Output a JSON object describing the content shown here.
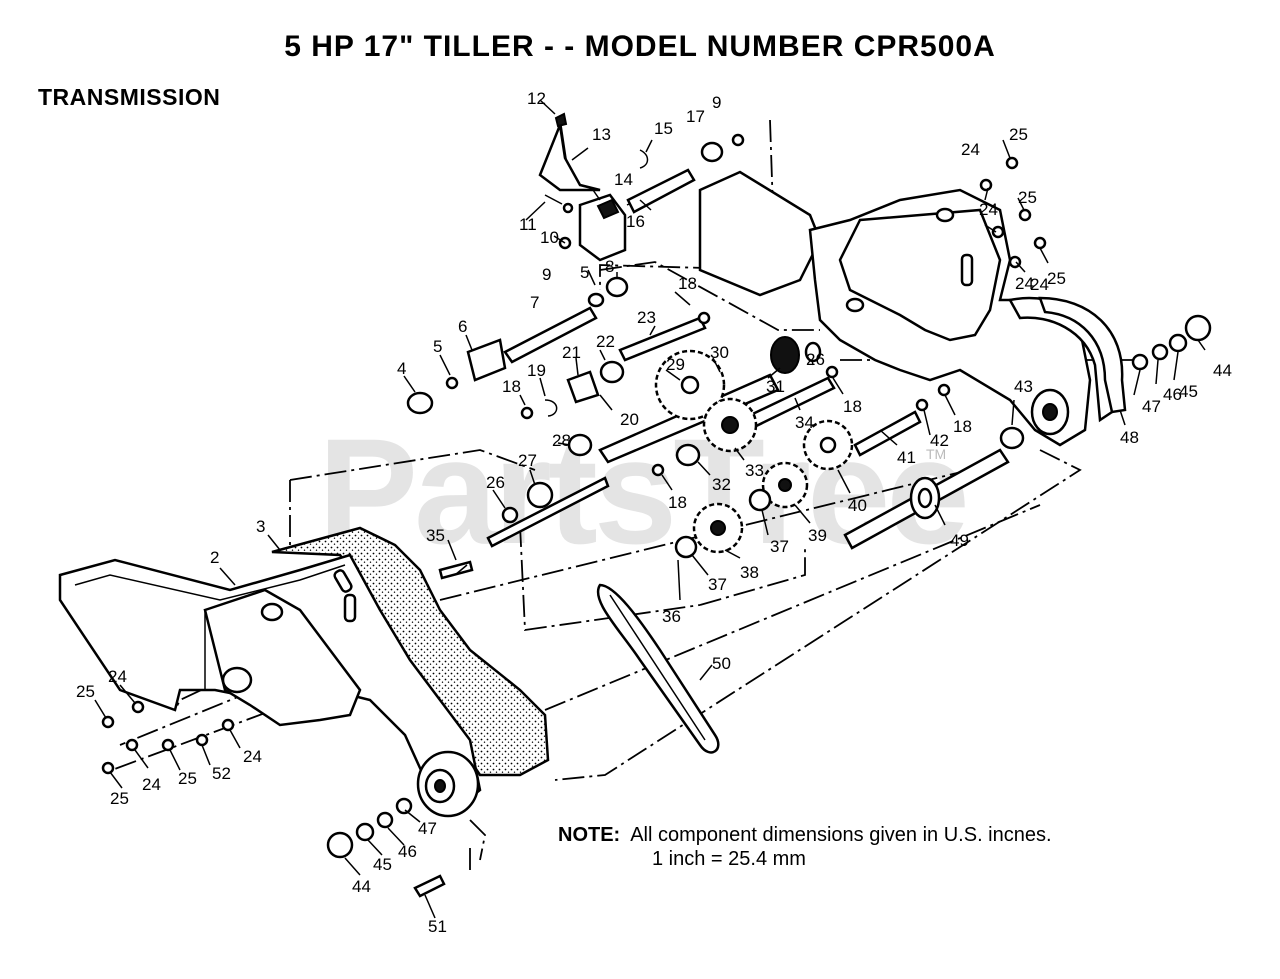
{
  "header": {
    "title": "5 HP  17\" TILLER - - MODEL NUMBER CPR500A",
    "section": "TRANSMISSION"
  },
  "note": {
    "prefix": "NOTE:",
    "line1": "All component dimensions given in U.S. incnes.",
    "line2": "1 inch = 25.4 mm"
  },
  "watermark": {
    "text": "PartsTree",
    "tm": "TM"
  },
  "callouts": [
    "12",
    "13",
    "9",
    "17",
    "15",
    "14",
    "11",
    "10",
    "16",
    "9",
    "5",
    "8",
    "24",
    "25",
    "24",
    "25",
    "24",
    "25",
    "24",
    "7",
    "18",
    "23",
    "6",
    "5",
    "4",
    "22",
    "21",
    "29",
    "30",
    "26",
    "31",
    "18",
    "19",
    "18",
    "20",
    "34",
    "28",
    "33",
    "27",
    "32",
    "18",
    "26",
    "42",
    "18",
    "41",
    "43",
    "40",
    "39",
    "37",
    "38",
    "37",
    "36",
    "49",
    "35",
    "3",
    "2",
    "50",
    "44",
    "45",
    "46",
    "47",
    "48",
    "24",
    "25",
    "24",
    "25",
    "52",
    "24",
    "25",
    "47",
    "46",
    "45",
    "44",
    "51"
  ]
}
